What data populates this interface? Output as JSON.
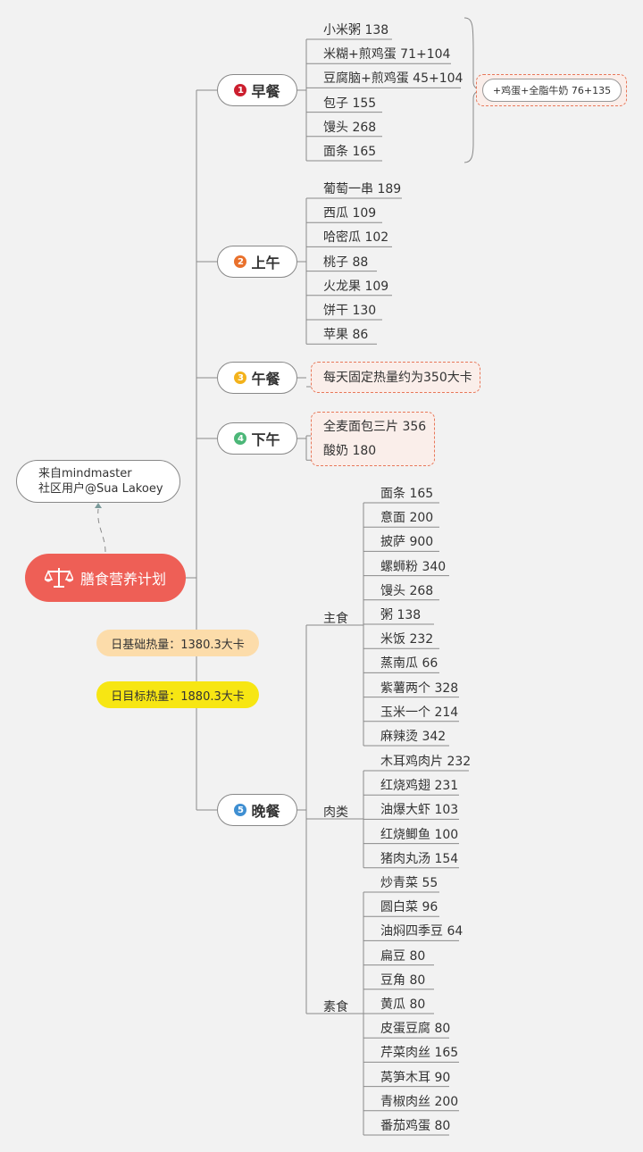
{
  "central": {
    "title": "膳食营养计划",
    "icon": "balance-scale-icon",
    "color": "#ee5f56"
  },
  "callout": {
    "line1": "来自mindmaster",
    "line2": "社区用户@Sua Lakoey"
  },
  "pills": [
    {
      "text": "日基础热量：1380.3大卡",
      "color": "#fcdcaa"
    },
    {
      "text": "日目标热量：1880.3大卡",
      "color": "#f7e613"
    }
  ],
  "branches": {
    "breakfast": {
      "num": "1",
      "label": "早餐",
      "color": "#cc1f2f",
      "items": [
        "小米粥 138",
        "米糊+煎鸡蛋 71+104",
        "豆腐脑+煎鸡蛋 45+104",
        "包子 155",
        "馒头 268",
        "面条 165"
      ],
      "note": "+鸡蛋+全脂牛奶 76+135"
    },
    "morning": {
      "num": "2",
      "label": "上午",
      "color": "#e9712c",
      "items": [
        "葡萄一串 189",
        "西瓜 109",
        "哈密瓜 102",
        "桃子 88",
        "火龙果 109",
        "饼干 130",
        "苹果 86"
      ]
    },
    "lunch": {
      "num": "3",
      "label": "午餐",
      "color": "#f3b21b",
      "items": [
        "每天固定热量约为350大卡"
      ]
    },
    "afternoon": {
      "num": "4",
      "label": "下午",
      "color": "#4cb778",
      "items": [
        "全麦面包三片 356",
        "酸奶 180"
      ]
    },
    "dinner": {
      "num": "5",
      "label": "晚餐",
      "color": "#3f8fd2",
      "groups": [
        {
          "label": "主食",
          "items": [
            "面条 165",
            "意面 200",
            "披萨 900",
            "螺蛳粉 340",
            "馒头 268",
            "粥 138",
            "米饭 232",
            "蒸南瓜 66",
            "紫薯两个 328",
            "玉米一个 214",
            "麻辣烫 342"
          ]
        },
        {
          "label": "肉类",
          "items": [
            "木耳鸡肉片 232",
            "红烧鸡翅 231",
            "油爆大虾 103",
            "红烧鲫鱼 100",
            "猪肉丸汤 154"
          ]
        },
        {
          "label": "素食",
          "items": [
            "炒青菜 55",
            "圆白菜 96",
            "油焖四季豆 64",
            "扁豆 80",
            "豆角 80",
            "黄瓜 80",
            "皮蛋豆腐 80",
            "芹菜肉丝 165",
            "莴笋木耳 90",
            "青椒肉丝 200",
            "番茄鸡蛋 80"
          ]
        }
      ]
    }
  }
}
